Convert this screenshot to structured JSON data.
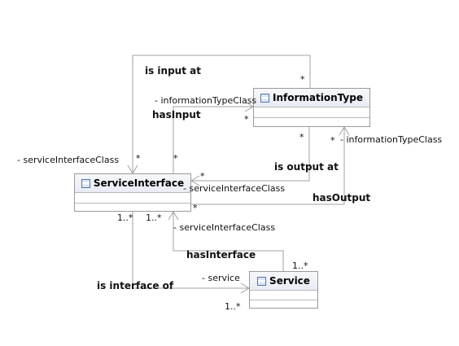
{
  "classes": {
    "information_type": "InformationType",
    "service_interface": "ServiceInterface",
    "service": "Service"
  },
  "associations": {
    "is_input_at": "is input at",
    "has_input": "hasInput",
    "is_output_at": "is output at",
    "has_output": "hasOutput",
    "has_interface": "hasInterface",
    "is_interface_of": "is interface of"
  },
  "roles": {
    "information_type_class_1": "- informationTypeClass",
    "information_type_class_2": "- informationTypeClass",
    "service_interface_class_1": "- serviceInterfaceClass",
    "service_interface_class_2": "- serviceInterfaceClass",
    "service_interface_class_3": "- serviceInterfaceClass",
    "service": "- service"
  },
  "multiplicities": {
    "star": "*",
    "one_many": "1..*"
  },
  "colors": {
    "line": "#a0a0a0",
    "header": "#e8ecf4",
    "border": "#9a9a9a"
  },
  "icons": {
    "class_icon": "uml-class-icon"
  }
}
